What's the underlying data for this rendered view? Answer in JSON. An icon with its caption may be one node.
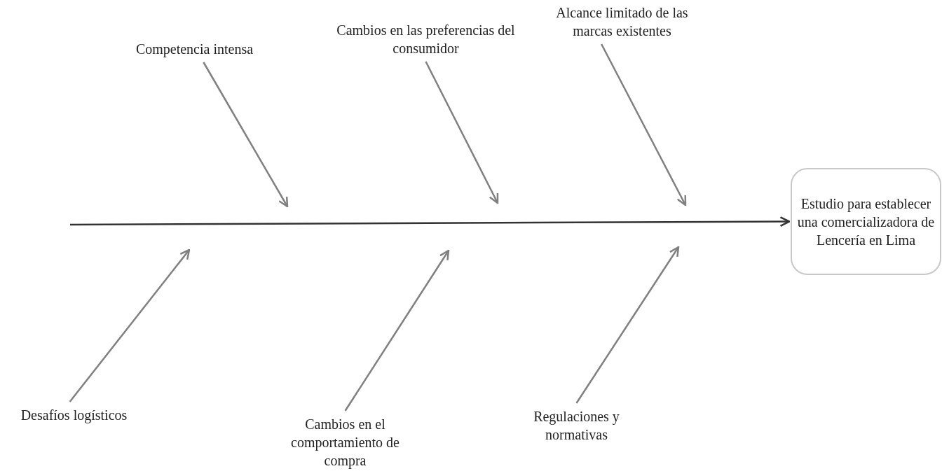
{
  "diagram": {
    "nodes": [
      {
        "text": [
          "Competencia intensa"
        ]
      },
      {
        "text": [
          "Cambios en las preferencias del consumidor"
        ]
      },
      {
        "text": [
          "Alcance limitado de las marcas existentes"
        ]
      },
      {
        "text": [
          "Estudio para establecer una comercializadora de Lencería en Lima"
        ]
      },
      {
        "text": [
          "Desafíos logísticos"
        ]
      },
      {
        "text": [
          "Cambios en el comportamiento de compra"
        ]
      },
      {
        "text": [
          "Regulaciones y normativas"
        ]
      }
    ],
    "edges": [
      {
        "from": 0,
        "to": null,
        "arrow": "to"
      },
      {
        "from": 1,
        "to": null,
        "arrow": "to"
      },
      {
        "from": 2,
        "to": null,
        "arrow": "to"
      },
      {
        "from": null,
        "to": 3,
        "arrow": "to",
        "color": "#333333"
      },
      {
        "from": 4,
        "to": null,
        "arrow": "to"
      },
      {
        "from": 5,
        "to": null,
        "arrow": "to"
      },
      {
        "from": 6,
        "to": null,
        "arrow": "to"
      }
    ]
  }
}
